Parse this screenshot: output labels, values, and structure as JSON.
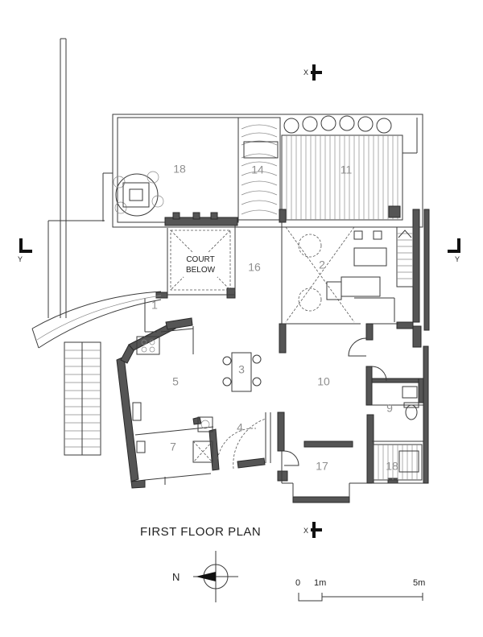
{
  "title": "FIRST FLOOR PLAN",
  "court_label_line1": "COURT",
  "court_label_line2": "BELOW",
  "rooms": {
    "r18_terrace": "18",
    "r14": "14",
    "r11": "11",
    "r16": "16",
    "r2": "2",
    "r1": "1",
    "r5": "5",
    "r3": "3",
    "r10": "10",
    "r9": "9",
    "r4": "4",
    "r7": "7",
    "r17": "17",
    "r18_balcony": "18"
  },
  "section_marks": {
    "x_top": "X",
    "x_bottom": "X",
    "y_left": "Y",
    "y_right": "Y"
  },
  "north": "N",
  "scale": {
    "zero": "0",
    "one": "1m",
    "five": "5m"
  }
}
